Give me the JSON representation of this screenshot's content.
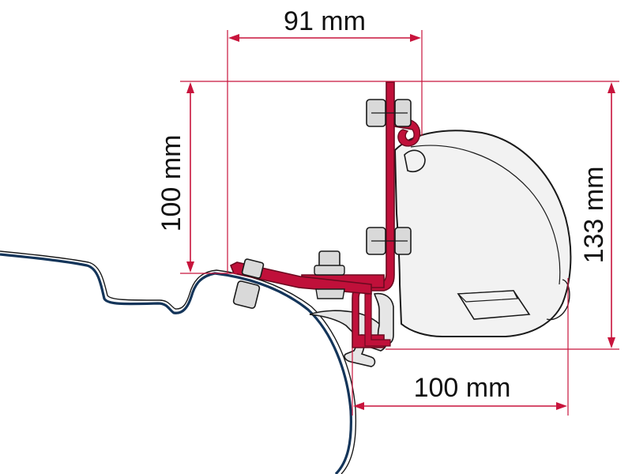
{
  "dimensions": {
    "top_width": "91 mm",
    "left_height": "100 mm",
    "right_height": "133 mm",
    "bottom_width": "100 mm"
  },
  "colors": {
    "dimension_line": "#c8143c",
    "bracket_red": "#c0103a",
    "bracket_dark": "#6b0a20",
    "vehicle_line": "#14355a",
    "vehicle_outline": "#1a1a1a",
    "awning_fill": "#f2f2f2",
    "bolt_fill": "#d9d9d9",
    "rail_fill": "#e6e6e6"
  },
  "icons": {
    "bolt_top": "hex-bolt-icon",
    "bolt_middle": "hex-bolt-icon",
    "bolt_lower": "hex-bolt-icon",
    "bolt_left": "hex-bolt-icon"
  }
}
